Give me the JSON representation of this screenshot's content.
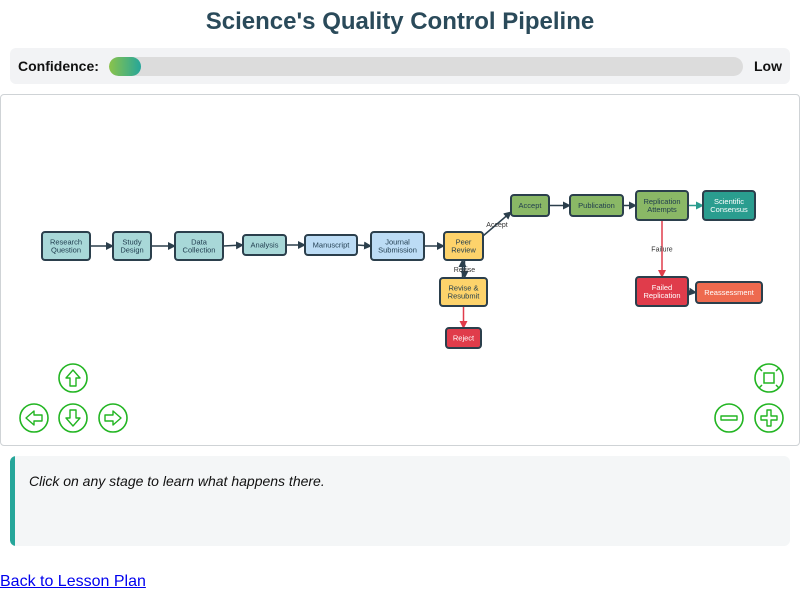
{
  "page": {
    "title": "Science's Quality Control Pipeline"
  },
  "confidence": {
    "label": "Confidence:",
    "value_text": "Low",
    "level_percent": 5
  },
  "diagram": {
    "nodes": [
      {
        "id": "research-question",
        "lines": [
          "Research",
          "Question"
        ],
        "fill": "#a8d8d8"
      },
      {
        "id": "study-design",
        "lines": [
          "Study",
          "Design"
        ],
        "fill": "#a8d8d8"
      },
      {
        "id": "data-collection",
        "lines": [
          "Data",
          "Collection"
        ],
        "fill": "#a8d8d8"
      },
      {
        "id": "analysis",
        "lines": [
          "Analysis"
        ],
        "fill": "#a8d8d8"
      },
      {
        "id": "manuscript",
        "lines": [
          "Manuscript"
        ],
        "fill": "#bcdcf5"
      },
      {
        "id": "journal-submission",
        "lines": [
          "Journal",
          "Submission"
        ],
        "fill": "#bcdcf5"
      },
      {
        "id": "peer-review",
        "lines": [
          "Peer",
          "Review"
        ],
        "fill": "#fdd36b"
      },
      {
        "id": "revise-resubmit",
        "lines": [
          "Revise &",
          "Resubmit"
        ],
        "fill": "#fdd36b"
      },
      {
        "id": "reject",
        "lines": [
          "Reject"
        ],
        "fill": "#e03c4b"
      },
      {
        "id": "accept",
        "lines": [
          "Accept"
        ],
        "fill": "#8ab866"
      },
      {
        "id": "publication",
        "lines": [
          "Publication"
        ],
        "fill": "#8ab866"
      },
      {
        "id": "replication-attempts",
        "lines": [
          "Replication",
          "Attempts"
        ],
        "fill": "#8ab866"
      },
      {
        "id": "scientific-consensus",
        "lines": [
          "Scientific",
          "Consensus"
        ],
        "fill": "#2a9d8f"
      },
      {
        "id": "failed-replication",
        "lines": [
          "Failed",
          "Replication"
        ],
        "fill": "#e03c4b"
      },
      {
        "id": "reassessment",
        "lines": [
          "Reassessment"
        ],
        "fill": "#ee6a4f"
      }
    ],
    "edges": [
      {
        "from": "research-question",
        "to": "study-design",
        "label": ""
      },
      {
        "from": "study-design",
        "to": "data-collection",
        "label": ""
      },
      {
        "from": "data-collection",
        "to": "analysis",
        "label": ""
      },
      {
        "from": "analysis",
        "to": "manuscript",
        "label": ""
      },
      {
        "from": "manuscript",
        "to": "journal-submission",
        "label": ""
      },
      {
        "from": "journal-submission",
        "to": "peer-review",
        "label": ""
      },
      {
        "from": "peer-review",
        "to": "accept",
        "label": "Accept"
      },
      {
        "from": "peer-review",
        "to": "revise-resubmit",
        "label": "Revise"
      },
      {
        "from": "revise-resubmit",
        "to": "peer-review",
        "label": ""
      },
      {
        "from": "revise-resubmit",
        "to": "reject",
        "label": ""
      },
      {
        "from": "accept",
        "to": "publication",
        "label": ""
      },
      {
        "from": "publication",
        "to": "replication-attempts",
        "label": ""
      },
      {
        "from": "replication-attempts",
        "to": "scientific-consensus",
        "label": ""
      },
      {
        "from": "replication-attempts",
        "to": "failed-replication",
        "label": "Failure"
      },
      {
        "from": "failed-replication",
        "to": "reassessment",
        "label": ""
      }
    ],
    "controls": {
      "left": [
        "pan-up",
        "pan-left",
        "pan-down",
        "pan-right"
      ],
      "right": [
        "fit-view",
        "zoom-out",
        "zoom-in"
      ]
    }
  },
  "info": {
    "text": "Click on any stage to learn what happens there."
  },
  "footer": {
    "back_link": "Back to Lesson Plan"
  },
  "colors": {
    "node_border": "#2b3f4c",
    "edge": "#2b3f4c",
    "edge_reject": "#e03c4b",
    "edge_consensus": "#2a9d8f",
    "control_green": "#22b522"
  }
}
